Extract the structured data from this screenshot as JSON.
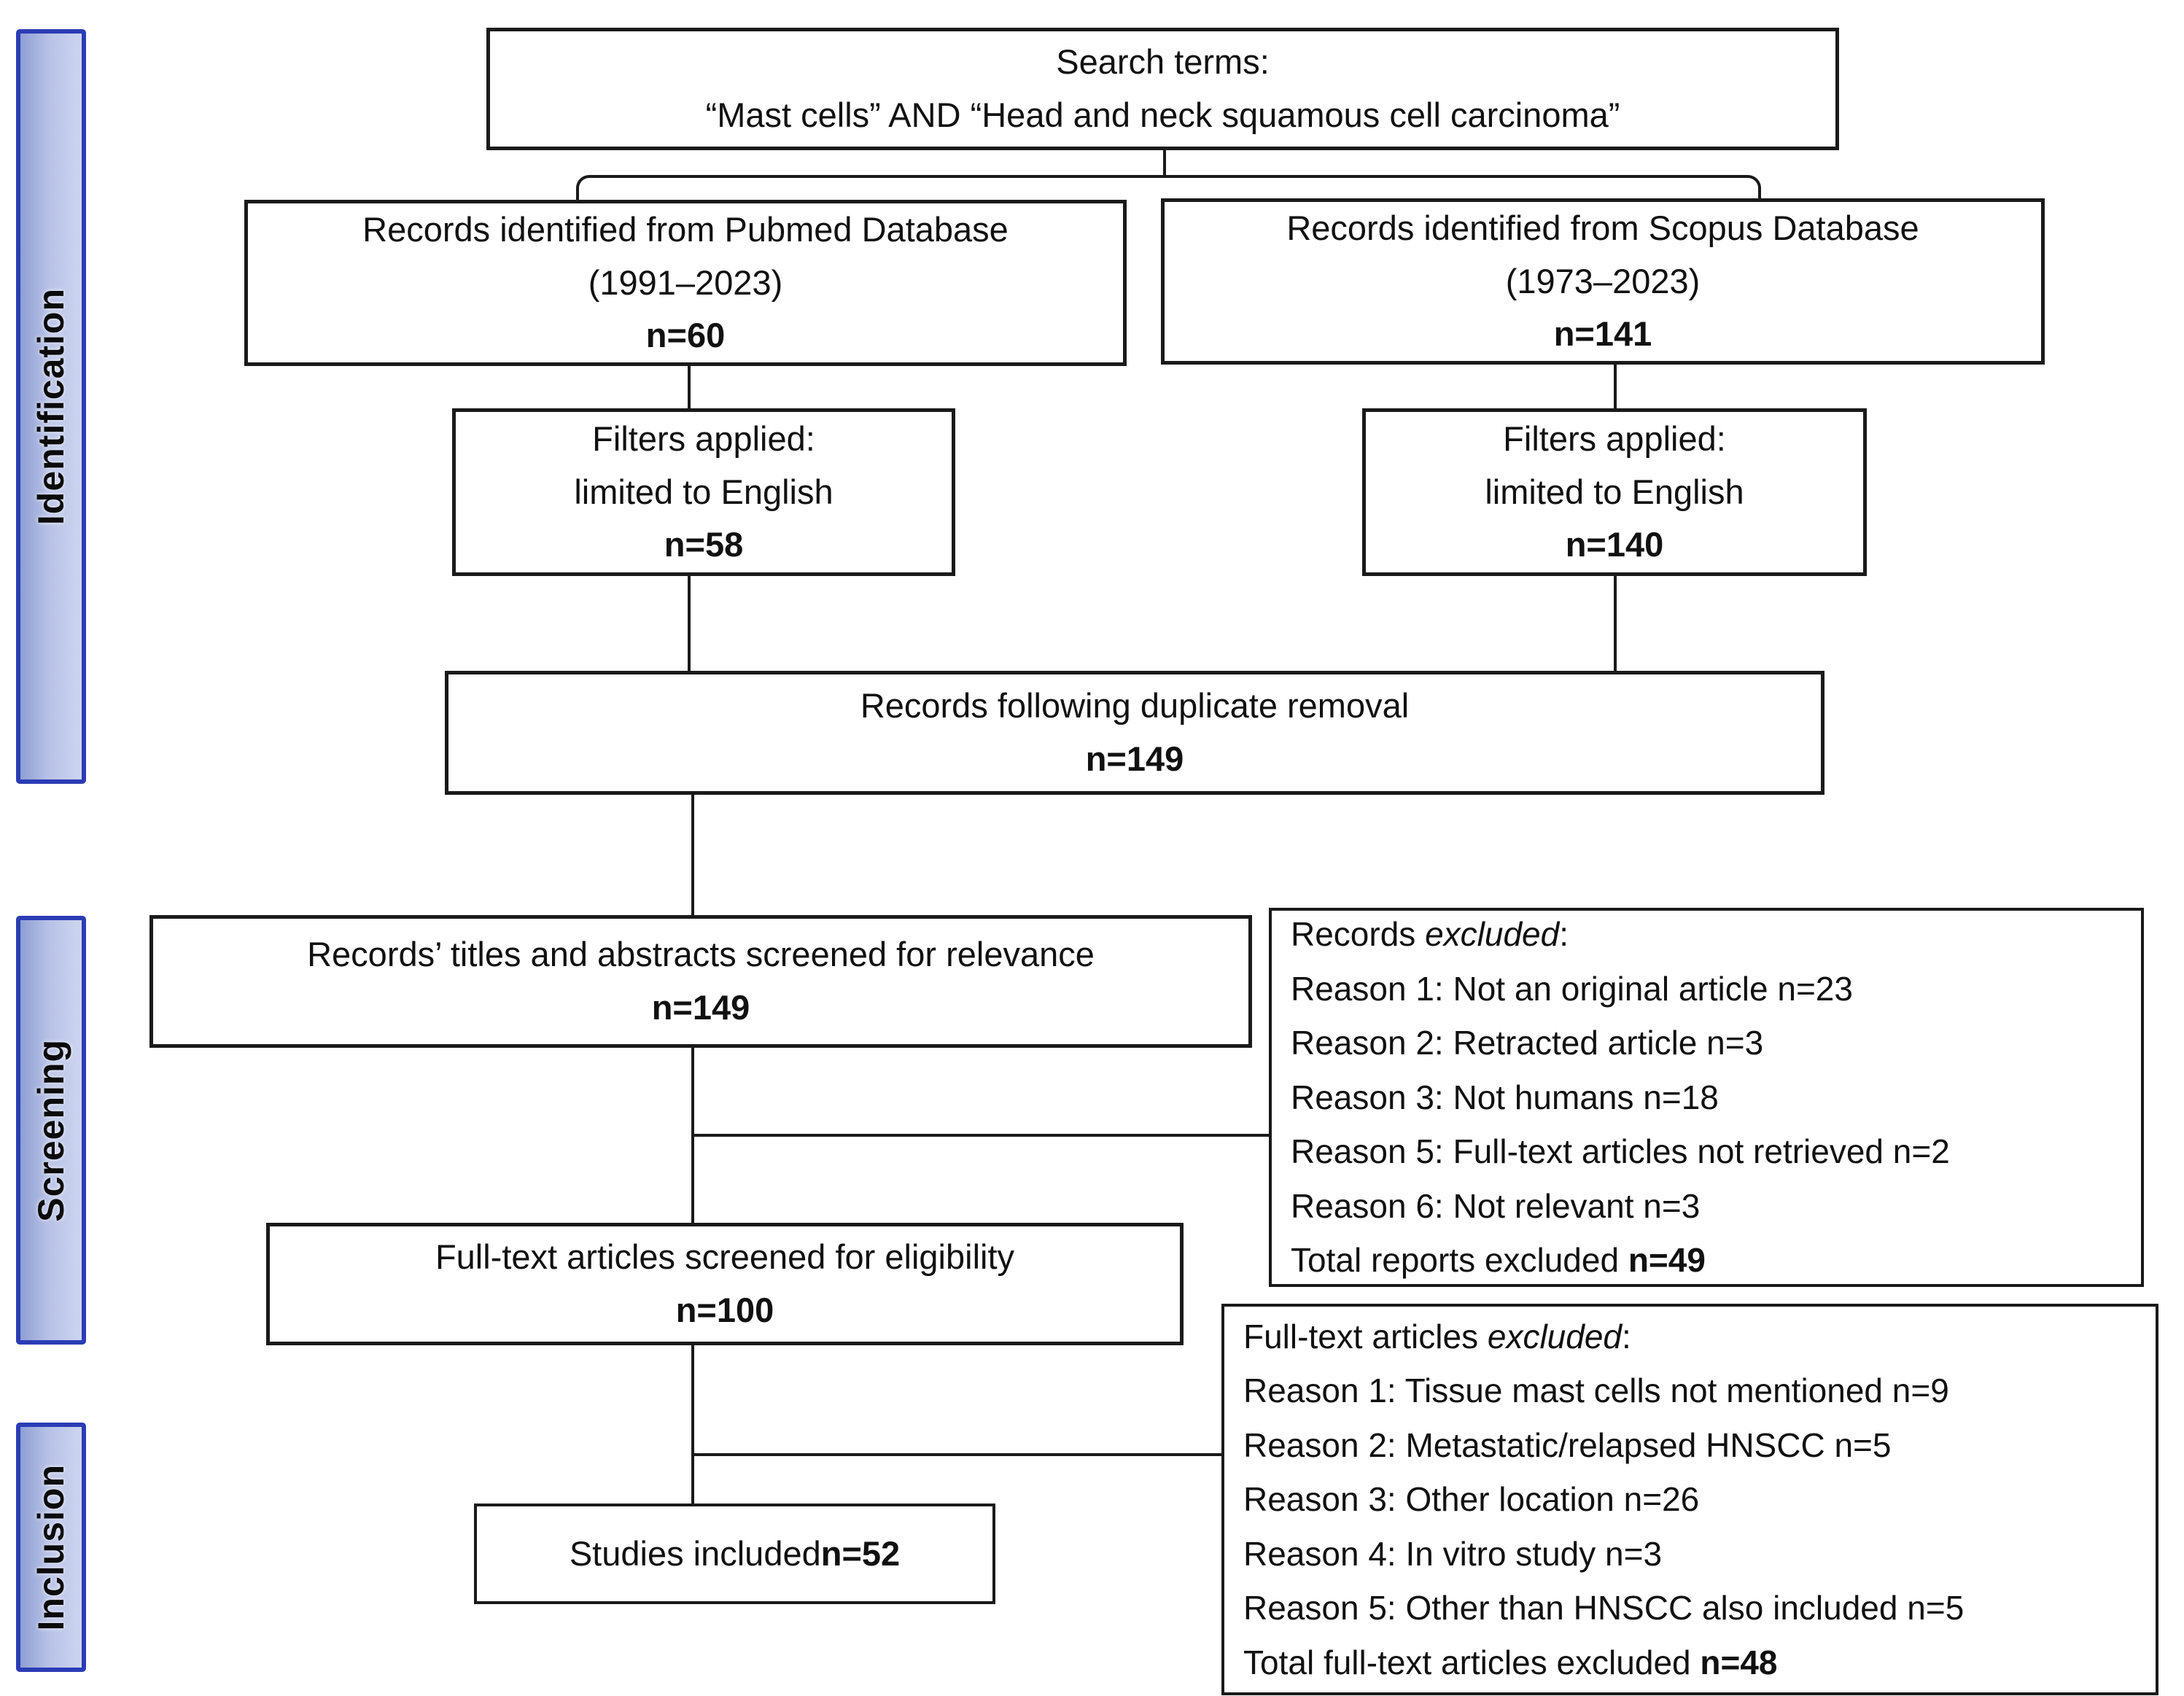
{
  "stages": {
    "identification": "Identification",
    "screening": "Screening",
    "inclusion": "Inclusion"
  },
  "boxes": {
    "search": {
      "line1": "Search terms:",
      "line2": "“Mast cells” AND “Head and neck squamous cell carcinoma”"
    },
    "pubmed": {
      "line1": "Records identified from Pubmed Database",
      "line2": "(1991–2023)",
      "count": "n=60"
    },
    "scopus": {
      "line1": "Records identified from Scopus Database",
      "line2": "(1973–2023)",
      "count": "n=141"
    },
    "filter_pubmed": {
      "line1": "Filters applied:",
      "line2": "limited to English",
      "count": "n=58"
    },
    "filter_scopus": {
      "line1": "Filters applied:",
      "line2": "limited to English",
      "count": "n=140"
    },
    "duplicates": {
      "line1": "Records following duplicate removal",
      "count": "n=149"
    },
    "titles_screened": {
      "line1": "Records’ titles and abstracts screened for relevance",
      "count": "n=149"
    },
    "records_excluded": {
      "heading_prefix": "Records ",
      "heading_italic": "excluded",
      "heading_suffix": ":",
      "reasons": [
        "Reason 1: Not an original article n=23",
        "Reason 2: Retracted article n=3",
        "Reason 3: Not humans n=18",
        "Reason 5: Full-text articles not retrieved n=2",
        "Reason 6: Not relevant n=3"
      ],
      "total_prefix": "Total reports excluded ",
      "total_count": "n=49"
    },
    "eligibility": {
      "line1": "Full-text articles screened for eligibility",
      "count": "n=100"
    },
    "fulltext_excluded": {
      "heading_prefix": "Full-text articles ",
      "heading_italic": "excluded",
      "heading_suffix": ":",
      "reasons": [
        "Reason 1: Tissue mast cells not mentioned n=9",
        "Reason 2: Metastatic/relapsed HNSCC n=5",
        "Reason 3: Other location n=26",
        "Reason 4: In vitro study n=3",
        "Reason 5: Other than HNSCC also included n=5"
      ],
      "total_prefix": "Total full-text articles excluded ",
      "total_count": "n=48"
    },
    "included": {
      "prefix": "Studies included ",
      "count": "n=52"
    }
  },
  "colors": {
    "stage_bar_border": "#2b3cb5",
    "box_border": "#1a1a1a"
  }
}
